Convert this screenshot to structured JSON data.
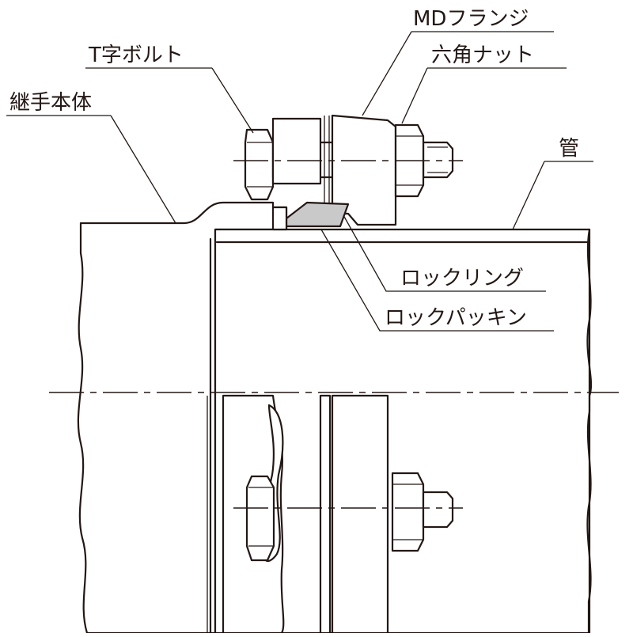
{
  "labels": {
    "md_flange": "MDフランジ",
    "t_bolt": "T字ボルト",
    "hex_nut": "六角ナット",
    "joint_body": "継手本体",
    "pipe": "管",
    "lock_ring": "ロックリング",
    "lock_packing": "ロックパッキン"
  },
  "colors": {
    "line": "#231815",
    "background": "#ffffff",
    "lock_ring_fill": "#c9c9c9"
  }
}
